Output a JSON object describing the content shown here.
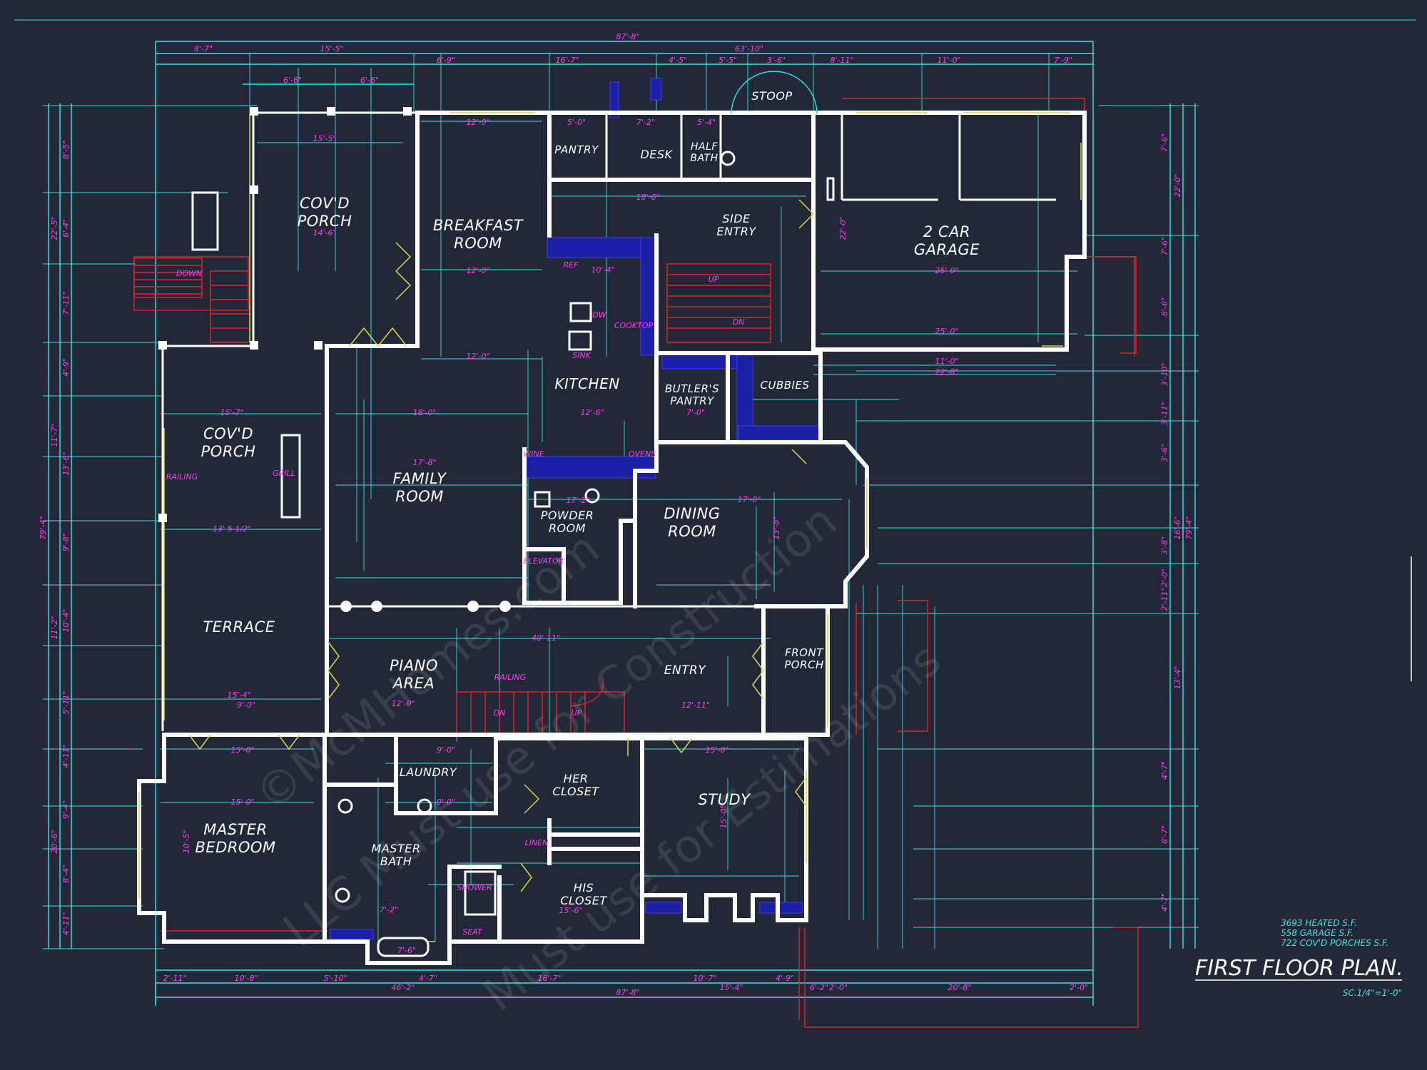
{
  "drawing": {
    "title": "FIRST FLOOR PLAN.",
    "scale": "SC.1/4\"=1'-0\"",
    "areas": [
      "3693 HEATED S.F.",
      "558 GARAGE S.F.",
      "722 COV'D PORCHES S.F."
    ],
    "watermark_lines": [
      "©McMHomes.com",
      "LLC Must use for Construction",
      "Must use for Estimations"
    ]
  },
  "rooms": {
    "covd_porch_top": [
      "COV'D",
      "PORCH"
    ],
    "breakfast": [
      "BREAKFAST",
      "ROOM"
    ],
    "pantry": "PANTRY",
    "desk": "DESK",
    "half_bath": [
      "HALF",
      "BATH"
    ],
    "stoop": "STOOP",
    "side_entry": [
      "SIDE",
      "ENTRY"
    ],
    "garage": [
      "2 CAR",
      "GARAGE"
    ],
    "kitchen": "KITCHEN",
    "butlers": [
      "BUTLER'S",
      "PANTRY"
    ],
    "cubbies": "CUBBIES",
    "covd_porch_left": [
      "COV'D",
      "PORCH"
    ],
    "family": [
      "FAMILY",
      "ROOM"
    ],
    "powder": [
      "POWDER",
      "ROOM"
    ],
    "dining": [
      "DINING",
      "ROOM"
    ],
    "terrace": "TERRACE",
    "piano": [
      "PIANO",
      "AREA"
    ],
    "entry": "ENTRY",
    "front_porch": [
      "FRONT",
      "PORCH"
    ],
    "laundry": "LAUNDRY",
    "her_closet": [
      "HER",
      "CLOSET"
    ],
    "study": "STUDY",
    "master_bedroom": [
      "MASTER",
      "BEDROOM"
    ],
    "master_bath": [
      "MASTER",
      "BATH"
    ],
    "his_closet": [
      "HIS",
      "CLOSET"
    ]
  },
  "dimensions": {
    "overall_top": "87'-8\"",
    "overall_bottom": "87'-8\"",
    "top_row": [
      "8'-7\"",
      "15'-5\"",
      "63'-10\""
    ],
    "top_row2": [
      "6'-9\"",
      "16'-7\"",
      "4'-5\"",
      "5'-5\"",
      "3'-6\"",
      "8'-11\"",
      "11'-0\"",
      "7'-9\""
    ],
    "top_row3": [
      "6'-6\"",
      "6'-6\""
    ],
    "bottom_row": [
      "2'-11\"",
      "10'-8\"",
      "5'-10\"",
      "4'-7\"",
      "18'-7\"",
      "10'-7\"",
      "15'-4\"",
      "4'-9\"",
      "6'-2\"",
      "2'-0\"",
      "20'-8\"",
      "2'-0\""
    ],
    "bottom_row2": "46'-2\"",
    "left_overall": "79'-4\"",
    "right_overall": "79'-4\"",
    "left_col": [
      "8'-5\"",
      "22'-5\"",
      "6'-4\"",
      "7'-11\"",
      "4'-9\"",
      "11'-7\"",
      "13'-6\"",
      "9'-8\"",
      "11'-2\"",
      "10'-4\"",
      "5'-11\"",
      "4'-11\"",
      "9'-4\"",
      "20'-6\"",
      "8'-4\"",
      "4'-11\""
    ],
    "right_col": [
      "7'-6\"",
      "22'-0\"",
      "7'-6\"",
      "8'-6\"",
      "3'-10\"",
      "3'-11\"",
      "3'-6\"",
      "16'-6\"",
      "3'-8\"",
      "2'-0\"",
      "2'-11\"",
      "13'-4\"",
      "4'-7\"",
      "8'-7\"",
      "4'-7\""
    ],
    "room_dims": {
      "porch_top_w": "15'-5\"",
      "porch_top_d": "14'-6\"",
      "breakfast_w": "12'-0\"",
      "breakfast_w2": "12'-0\"",
      "breakfast_w3": "12'-0\"",
      "pantry": "5'-0\"",
      "desk": "7'-2\"",
      "halfbath": "5'-4\"",
      "side_entry": "18'-6\"",
      "garage_w": "25'-0\"",
      "garage_w2": "25'-0\"",
      "garage_d": "22'-0\"",
      "garage_bottom": "22'-8\"",
      "kitchen_w": "10'-4\"",
      "kitchen_w2": "12'-6\"",
      "butlers": "7'-0\"",
      "family_w": "18'-0\"",
      "family_w2": "17'-8\"",
      "porch_left_w": "15'-7\"",
      "porch_left_w2": "13'-5 1/2\"",
      "dining_w": "17'-0\"",
      "dining_d": "13'-8\"",
      "powder": "17'-2\"",
      "piano_w": "12'-0\"",
      "entry_w": "12'-11\"",
      "entry_span": "40'-11\"",
      "terrace_w": "15'-4\"",
      "terrace_w2": "9'-0\"",
      "mb_w": "15'-0\"",
      "mb_w2": "15'-0\"",
      "mb_d": "10'-5\"",
      "laundry": "9'-0\"",
      "laundry2": "9'-0\"",
      "study_w": "15'-0\"",
      "study_d": "15'-0\"",
      "his": "15'-6\"",
      "mbath": "7'-2\"",
      "mbath2": "7'-6\"",
      "garage_right": "11'-0\""
    }
  },
  "notes": {
    "down": "DOWN",
    "up": "UP",
    "dn": "DN",
    "cooktop": "COOKTOP",
    "sink": "SINK",
    "dw": "DW",
    "refr": "REF",
    "elevator": "ELEVATOR",
    "linen": "LINEN",
    "shower": "SHOWER",
    "seat": "SEAT",
    "grill": "GRILL",
    "railing": "RAILING",
    "wine": "WINE",
    "ovens": "OVENS"
  },
  "colors": {
    "background": "#232838",
    "wall": "#ffffff",
    "dimension_line": "#2fe3e6",
    "dimension_text": "#ff3df2",
    "cabinet_fill": "#1b1fa8",
    "property_line": "#e3242b",
    "window": "#d8d64a"
  }
}
